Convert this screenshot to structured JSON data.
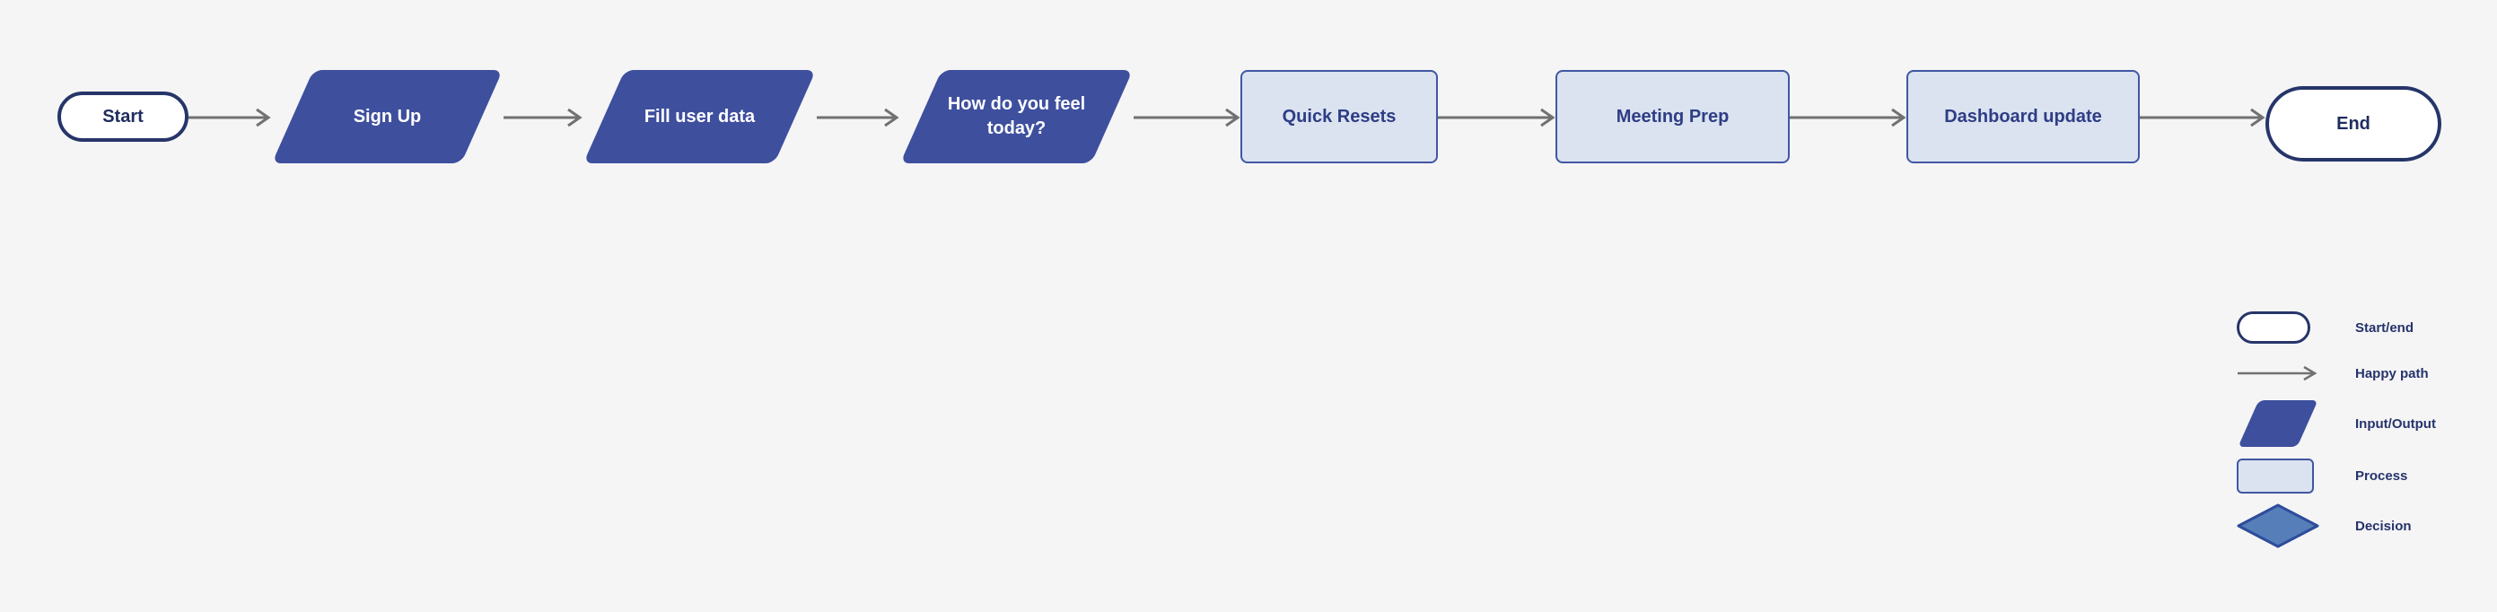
{
  "canvas": {
    "background_color": "#f5f5f6",
    "type": "flowchart"
  },
  "colors": {
    "terminator_border": "#263569",
    "terminator_fill": "#ffffff",
    "input_output_fill": "#3e4f9e",
    "process_fill": "#dbe3f0",
    "process_border": "#4156a4",
    "decision_fill": "#567eb9",
    "decision_border": "#2e4c9b",
    "arrow_gray": "#717171",
    "text_navy": "#26336b",
    "text_white": "#ffffff"
  },
  "flowchart": {
    "nodes": [
      {
        "id": "start",
        "type": "terminator",
        "label": "Start"
      },
      {
        "id": "sign-up",
        "type": "input-output",
        "label": "Sign Up"
      },
      {
        "id": "fill-user-data",
        "type": "input-output",
        "label": "Fill user data"
      },
      {
        "id": "how-do-you-feel",
        "type": "input-output",
        "label": "How do you feel today?"
      },
      {
        "id": "quick-resets",
        "type": "process",
        "label": "Quick Resets"
      },
      {
        "id": "meeting-prep",
        "type": "process",
        "label": "Meeting Prep"
      },
      {
        "id": "dashboard-update",
        "type": "process",
        "label": "Dashboard update"
      },
      {
        "id": "end",
        "type": "terminator",
        "label": "End"
      }
    ],
    "connections": [
      {
        "from": "start",
        "to": "sign-up",
        "type": "happy-path"
      },
      {
        "from": "sign-up",
        "to": "fill-user-data",
        "type": "happy-path"
      },
      {
        "from": "fill-user-data",
        "to": "how-do-you-feel",
        "type": "happy-path"
      },
      {
        "from": "how-do-you-feel",
        "to": "quick-resets",
        "type": "happy-path"
      },
      {
        "from": "quick-resets",
        "to": "meeting-prep",
        "type": "happy-path"
      },
      {
        "from": "meeting-prep",
        "to": "dashboard-update",
        "type": "happy-path"
      },
      {
        "from": "dashboard-update",
        "to": "end",
        "type": "happy-path"
      }
    ]
  },
  "legend": {
    "items": [
      {
        "shape": "terminator",
        "label": "Start/end"
      },
      {
        "shape": "arrow",
        "label": "Happy path"
      },
      {
        "shape": "parallelogram",
        "label": "Input/Output"
      },
      {
        "shape": "rectangle",
        "label": "Process"
      },
      {
        "shape": "diamond",
        "label": "Decision"
      }
    ]
  }
}
